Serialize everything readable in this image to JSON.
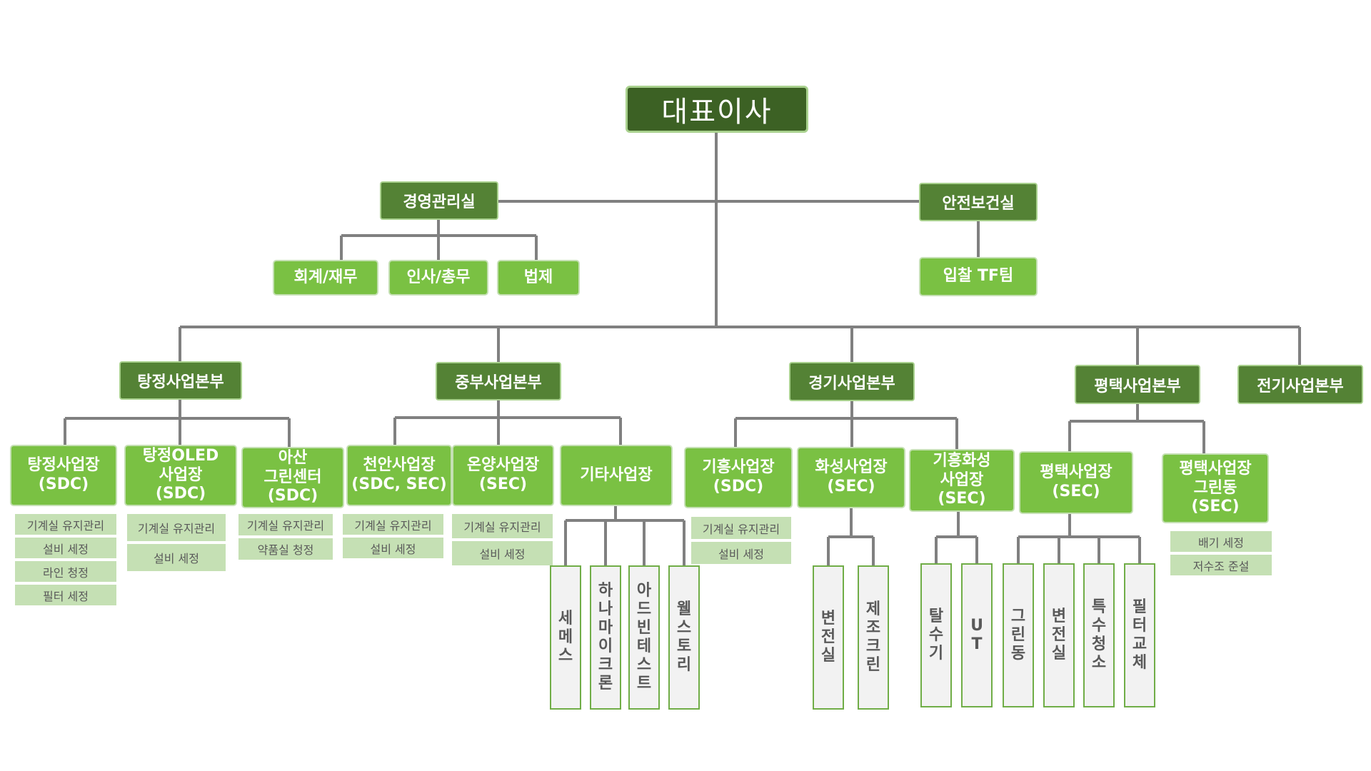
{
  "colors": {
    "ceo": "#3c6124",
    "division": "#548235",
    "site": "#7ac143",
    "task": "#c5e0b4",
    "line": "#808080"
  },
  "ceo": "대표이사",
  "staff": [
    {
      "label": "경영관리실",
      "children": [
        "회계/재무",
        "인사/총무",
        "법제"
      ]
    },
    {
      "label": "안전보건실",
      "children": [
        "입찰 TF팀"
      ]
    }
  ],
  "divisions": [
    {
      "label": "탕정사업본부",
      "sites": [
        {
          "label": "탕정사업장\n(SDC)",
          "tasks": [
            "기계실 유지관리",
            "설비 세정",
            "라인 청정",
            "필터 세정"
          ]
        },
        {
          "label": "탕정OLED\n사업장\n(SDC)",
          "tasks": [
            "기계실 유지관리",
            "설비 세정"
          ]
        },
        {
          "label": "아산\n그린센터\n(SDC)",
          "tasks": [
            "기계실 유지관리",
            "약품실 청정"
          ]
        }
      ]
    },
    {
      "label": "중부사업본부",
      "sites": [
        {
          "label": "천안사업장\n(SDC, SEC)",
          "tasks": [
            "기계실 유지관리",
            "설비 세정"
          ]
        },
        {
          "label": "온양사업장\n(SEC)",
          "tasks": [
            "기계실 유지관리",
            "설비 세정"
          ]
        },
        {
          "label": "기타사업장",
          "subs": [
            "세메스",
            "하나마이크론",
            "아드빈테스트",
            "웰스토리"
          ]
        }
      ]
    },
    {
      "label": "경기사업본부",
      "sites": [
        {
          "label": "기흥사업장\n(SDC)",
          "tasks": [
            "기계실 유지관리",
            "설비 세정"
          ]
        },
        {
          "label": "화성사업장\n(SEC)",
          "subs": [
            "변전실",
            "제조크린"
          ]
        },
        {
          "label": "기흥화성\n사업장\n(SEC)",
          "subs": [
            "탈수기",
            "UT"
          ]
        }
      ]
    },
    {
      "label": "평택사업본부",
      "sites": [
        {
          "label": "평택사업장\n(SEC)",
          "subs": [
            "그린동",
            "변전실",
            "특수청소",
            "필터교체"
          ]
        },
        {
          "label": "평택사업장\n그린동\n(SEC)",
          "tasks": [
            "배기 세정",
            "저수조 준설"
          ]
        }
      ]
    },
    {
      "label": "전기사업본부",
      "sites": []
    }
  ]
}
